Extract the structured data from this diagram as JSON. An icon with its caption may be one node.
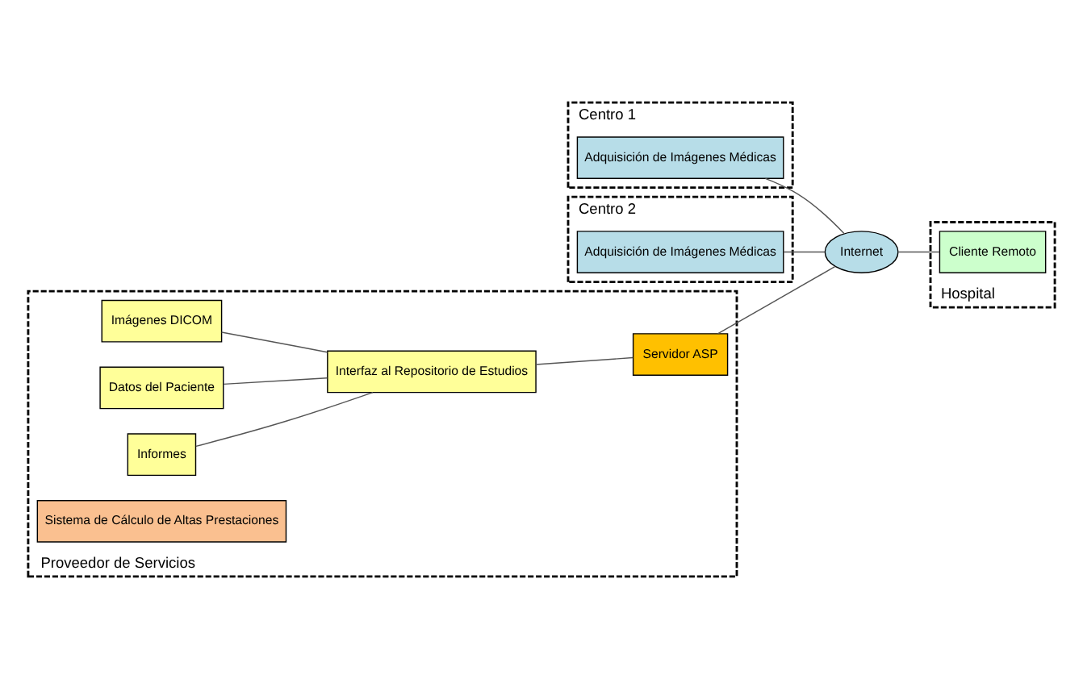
{
  "diagram": {
    "nodes": [
      {
        "text": [
          "Centro 1"
        ]
      },
      {
        "text": [
          "Adquisición de Imágenes Médicas"
        ],
        "in": 0
      },
      {
        "text": [
          "Centro 2"
        ]
      },
      {
        "text": [
          "Adquisición de Imágenes Médicas"
        ],
        "in": 2
      },
      {
        "text": [
          "Proveedor de Servicios"
        ]
      },
      {
        "text": [
          "Imágenes DICOM"
        ],
        "in": 4
      },
      {
        "text": [
          "Datos del Paciente"
        ],
        "in": 4
      },
      {
        "text": [
          "Informes"
        ],
        "in": 4
      },
      {
        "text": [
          "Interfaz al Repositorio de Estudios"
        ],
        "in": 4
      },
      {
        "text": [
          "Sistema de Cálculo de Altas Prestaciones"
        ],
        "in": 4
      },
      {
        "text": [
          "Servidor ASP"
        ],
        "in": 4
      },
      {
        "text": [
          "Internet"
        ]
      },
      {
        "text": [
          "Hospital"
        ]
      },
      {
        "text": [
          "Cliente Remoto"
        ],
        "in": 12
      }
    ],
    "edges": [
      {
        "from": 1,
        "to": 11,
        "arrow": "none"
      },
      {
        "from": 3,
        "to": 11,
        "arrow": "none"
      },
      {
        "from": 5,
        "to": 8,
        "arrow": "none"
      },
      {
        "from": 6,
        "to": 8,
        "arrow": "none"
      },
      {
        "from": 7,
        "to": 8,
        "arrow": "none"
      },
      {
        "from": 8,
        "to": 10,
        "arrow": "none"
      },
      {
        "from": 10,
        "to": 11,
        "arrow": "none"
      },
      {
        "from": 11,
        "to": 13,
        "arrow": "none"
      }
    ]
  }
}
